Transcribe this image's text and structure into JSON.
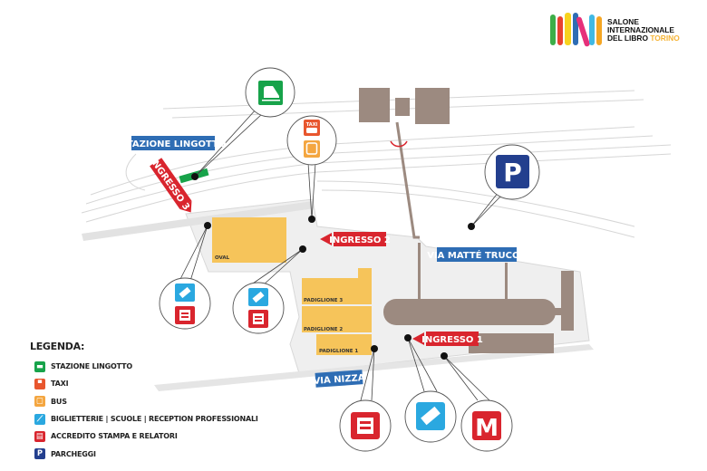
{
  "logo": {
    "line1": "SALONE",
    "line2": "INTERNAZIONALE",
    "line3": "DEL LIBRO",
    "line3_accent": "TORINO",
    "stripe_colors": [
      "#3dae48",
      "#e8412f",
      "#f7d21e",
      "#2e6db4",
      "#e6307a",
      "#40b9e4",
      "#f5a623"
    ]
  },
  "map": {
    "stazione_lingotto": "STAZIONE LINGOTTO",
    "ingresso_1": "INGRESSO 1",
    "ingresso_2": "INGRESSO 2",
    "ingresso_3": "INGRESSO 3",
    "via_matte_trucco": "VIA MATTÉ TRUCCO",
    "via_nizza": "VIA NIZZA",
    "oval": "OVAL",
    "padiglione_1": "PADIGLIONE 1",
    "padiglione_2": "PADIGLIONE 2",
    "padiglione_3": "PADIGLIONE 3",
    "taxi_icon_text": "TAXI",
    "parking_icon_text": "P",
    "metro_icon_text": "M"
  },
  "legend": {
    "title": "LEGENDA:",
    "items": [
      {
        "label": "STAZIONE LINGOTTO",
        "icon": "train-icon",
        "color": "#17a34a"
      },
      {
        "label": "TAXI",
        "icon": "taxi-icon",
        "color": "#e8562e"
      },
      {
        "label": "BUS",
        "icon": "bus-icon",
        "color": "#f4a640"
      },
      {
        "label": "BIGLIETTERIE | SCUOLE | RECEPTION PROFESSIONALI",
        "icon": "ticket-icon",
        "color": "#2aa8e0"
      },
      {
        "label": "ACCREDITO STAMPA E RELATORI",
        "icon": "press-icon",
        "color": "#d9252e"
      },
      {
        "label": "PARCHEGGI",
        "icon": "parking-icon",
        "color": "#233f8e"
      }
    ]
  },
  "colors": {
    "entrance_red": "#d9252e",
    "street_blue": "#2e6db4",
    "building_yellow": "#f6c45a",
    "building_brown": "#9c8a80",
    "ground": "#efefef"
  }
}
